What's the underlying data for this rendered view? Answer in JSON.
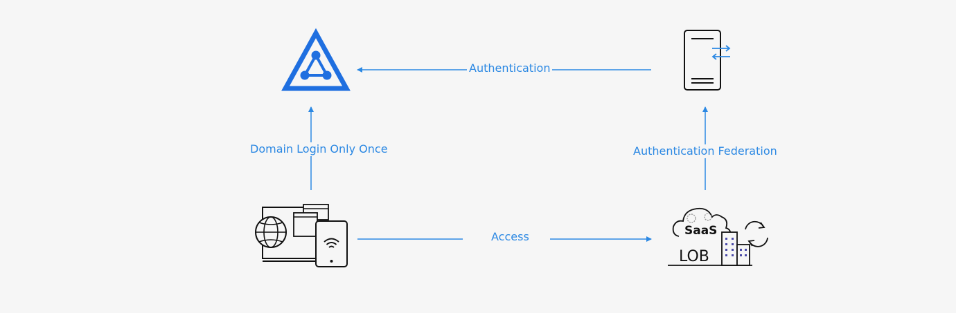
{
  "diagram": {
    "edges": {
      "authentication": "Authentication",
      "domain_login": "Domain Login Only Once",
      "federation": "Authentication Federation",
      "access": "Access"
    },
    "nodes": {
      "saas_text": "SaaS",
      "lob_text": "LOB"
    }
  },
  "colors": {
    "accent": "#2b88e3",
    "icon_blue": "#1f6fe0",
    "stroke": "#111111",
    "background": "#f6f6f6"
  }
}
